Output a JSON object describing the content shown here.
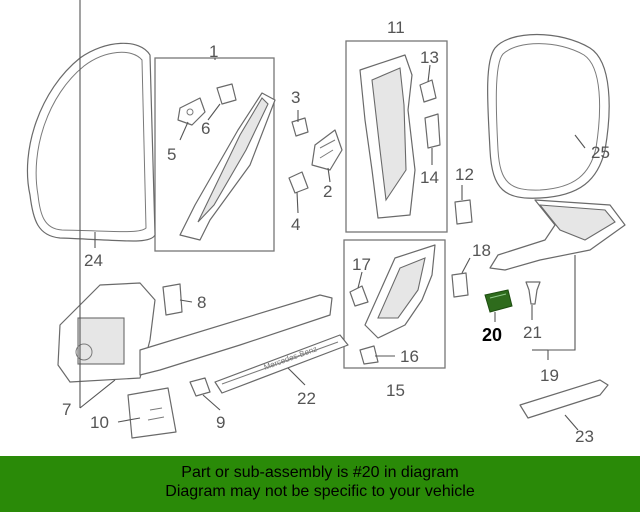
{
  "callouts": {
    "c1": "1",
    "c2": "2",
    "c3": "3",
    "c4": "4",
    "c5": "5",
    "c6": "6",
    "c7": "7",
    "c8": "8",
    "c9": "9",
    "c10": "10",
    "c11": "11",
    "c12": "12",
    "c13": "13",
    "c14": "14",
    "c15": "15",
    "c16": "16",
    "c17": "17",
    "c18": "18",
    "c19": "19",
    "c20": "20",
    "c21": "21",
    "c22": "22",
    "c23": "23",
    "c24": "24",
    "c25": "25"
  },
  "sill_brand": "Mercedes-Benz",
  "highlight_color": "#2e6b1c",
  "banner": {
    "line1": "Part or sub-assembly is #20 in diagram",
    "line2": "Diagram may not be specific to your vehicle",
    "color": "#2a8a08"
  }
}
